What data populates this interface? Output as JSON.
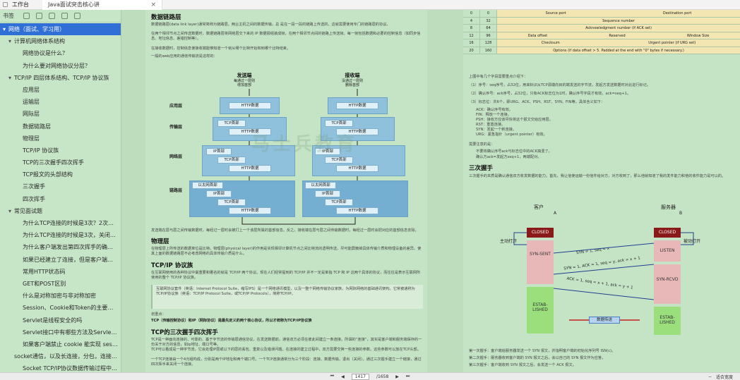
{
  "tabs": {
    "home_label": "工作台",
    "active_label": "Java面试突击核心讲",
    "close_glyph": "×"
  },
  "sidebar": {
    "title": "书签",
    "items": [
      {
        "label": "网络（面试、学习用）",
        "level": 0,
        "selected": true,
        "expanded": true
      },
      {
        "label": "计算机网络体系结构",
        "level": 1,
        "expanded": true
      },
      {
        "label": "网络协议是什么？",
        "level": 2
      },
      {
        "label": "为什么要对网络协议分层？",
        "level": 2
      },
      {
        "label": "TCP/IP 四层体系结构、TCP/IP 协议族",
        "level": 1,
        "expanded": true
      },
      {
        "label": "应用层",
        "level": 2
      },
      {
        "label": "运输层",
        "level": 2
      },
      {
        "label": "网际层",
        "level": 2
      },
      {
        "label": "数据链路层",
        "level": 2
      },
      {
        "label": "物理层",
        "level": 2
      },
      {
        "label": "TCP/IP 协议族",
        "level": 2
      },
      {
        "label": "TCP的三次握手四次挥手",
        "level": 2
      },
      {
        "label": "TCP报文的头部结构",
        "level": 2
      },
      {
        "label": "三次握手",
        "level": 2
      },
      {
        "label": "四次挥手",
        "level": 2
      },
      {
        "label": "常见面试题",
        "level": 1,
        "expanded": true
      },
      {
        "label": "为什么TCP连接的时候是3次？2次不可以吗？",
        "level": 2
      },
      {
        "label": "为什么TCP连接的时候是3次，关闭的时候却…",
        "level": 2
      },
      {
        "label": "为什么客户端发出第四次挥手的确认报文后…",
        "level": 2
      },
      {
        "label": "如果已经建立了连接，但是客户端突然出现…",
        "level": 2
      },
      {
        "label": "常用HTTP状态码",
        "level": 2
      },
      {
        "label": "GET和POST区别",
        "level": 2
      },
      {
        "label": "什么是对称加密与非对称加密",
        "level": 2
      },
      {
        "label": "Session、Cookie和Token的主要区别",
        "level": 2
      },
      {
        "label": "Servlet是线程安全的吗",
        "level": 2
      },
      {
        "label": "Servlet接口中有哪些方法及Servlet生命周期…",
        "level": 2
      },
      {
        "label": "如果客户端禁止 cookie 能实现 session 还…",
        "level": 2
      },
      {
        "label": "socket通信，以及长连接，分包，连接异常断…",
        "level": 1
      },
      {
        "label": "Socket TCP/IP协议数据传输过程中的粘包和…",
        "level": 2
      }
    ]
  },
  "left_page": {
    "h_datalink": "数据链路层",
    "p_datalink1": "数据链路层(data link layer)通常简称为链路层。两台主机之间的数据传输，总 是在一段一段的链路上传送的，这就需要使用专门的链路层的协议。",
    "p_datalink2": "在两个相邻节点之间传送数据时，数据链路层将网络层交下来的 IP 数据报组装成帧，在两个相邻节点间的链路上传送帧。每一帧包括数据和必要的控制信息（如同步信息、地址信息、差错控制等）。",
    "p_datalink3": "在接收数据时，控制信息使接收端能够知道一个帧从哪个比特开始和到哪个比特结束。",
    "p_datalink4": "一般的web应用的通信传输流是这样的：",
    "diagram": {
      "sender_title": "发送端",
      "sender_sub1": "每通过一层则",
      "sender_sub2": "增加首部",
      "receiver_title": "接收端",
      "receiver_sub1": "没通过一层则",
      "receiver_sub2": "删除首部",
      "layers": [
        "应用层",
        "传输层",
        "网络层",
        "链路层"
      ],
      "http_data": "HTTP数据",
      "tcp_header": "TCP首部",
      "ip_header": "IP首部",
      "eth_header": "以太网首部"
    },
    "p_after_diag": "发送端在层与层之间传输数据时，每经过一层时会被打上一个该层所属的首部信息。反之，接收端在层与层之间传输数据时，每经过一层时会把对应的首部信息去除。",
    "h_physical": "物理层",
    "p_physical": "在物理层上所传送的数据单位是比特。物理层(physical layer)的作用是实现相邻计算机节点之间比特流的透明传送，尽可能屏蔽掉具体传输介质和物理设备的差异。使其上面的数据链路层不必考虑网络的具体传输介质是什么。",
    "h_tcpip": "TCP/IP 协议族",
    "p_tcpip": "在互联网使用的各种协议中最重要和著名的就是 TCP/IP 两个协议。现在人们经常提到的 TCP/IP 并不一定是单指 TCP 和 IP 这两个具体的协议，而往往是表示互联网所使用的整个 TCP/IP 协议族。",
    "quote": "互联网协议套件（英语：Internet Protocol Suite，缩写IPS）是一个网络通讯模型，以及一整个网络传输协议家族，为网际网络的基础通讯架构。它常被通称为TCP/IP协议族（英语：TCP/IP Protocol Suite，或TCP/IP Protocols），简称TCP/IP。",
    "p_divide": "划重点：",
    "p_tcp_bold": "TCP（传输控制协议）和IP（网际协议）是最先定义的两个核心协议，所以才统称为TCP/IP协议族",
    "h_handshake": "TCP的三次握手四次挥手",
    "p_handshake": "TCP是一种面向连接的、可靠的、基于字节流的传输层通信协议，在发送数据前，通信双方必须在彼此间建立一条连接。所谓的“连接”，其实是客户端和服务端保存的一份关于对方的信息，如ip地址、端口号等。",
    "p_handshake2": "TCP可以看成是一种字节流，它会处理IP层或以下的层的丢包、重复以及错误问题。在连接的建立过程中，双方需要交换一些连接的参数。这些参数可以放在TCP头部。",
    "p_handshake3": "一个TCP连接由一个4元组构成，分别是两个IP地址和两个端口号。一个TCP连接通常分为三个阶段：连接、数据传输、退出（关闭）。通过三次握手建立一个链接，通过四次挥手来关闭一个连接。"
  },
  "right_page": {
    "table_rows": [
      {
        "num": "0",
        "bits": "0",
        "content": [
          "Source port",
          "Destination port"
        ]
      },
      {
        "num": "4",
        "bits": "32",
        "content": [
          "Sequence number"
        ]
      },
      {
        "num": "8",
        "bits": "64",
        "content": [
          "Acknowledgment number (if ACK set)"
        ]
      },
      {
        "num": "12",
        "bits": "96",
        "content": [
          "Data offset",
          "Reserved",
          "Window Size"
        ]
      },
      {
        "num": "16",
        "bits": "128",
        "content": [
          "Checksum",
          "Urgent pointer (if URG set)"
        ]
      },
      {
        "num": "20",
        "bits": "160",
        "content": [
          "Options (if data offset > 5. Padded at the end with \"0\" bytes if necessary.)"
        ]
      }
    ],
    "p_fields_title": "上图中有几个字段需要重点介绍下：",
    "p_fields1": "（1）序号：seq序号，占32位，用来标识从TCP源端向目的端发送的字节流，发起方发送数据时对此进行标记。",
    "p_fields2": "（2）确认序号：ack序号，占32位，只有ACK标志位为1时，确认序号字段才有效，ack=seq+1。",
    "p_fields3": "（3）标志位：共6个，即URG、ACK、PSH、RST、SYN、FIN等，具体含义如下：",
    "flags": [
      "ACK：确认序号有效。",
      "FIN：释放一个连接。",
      "PSH：接收方应该尽快将这个报文交给应用层。",
      "RST：重置连接。",
      "SYN：发起一个新连接。",
      "URG：紧急指针（urgent pointer）有效。"
    ],
    "p_note": "需要注意的是：",
    "note1": "不要将确认序号ack与标志位中的ACK搞混了。",
    "note2": "确认方ack=发起方seq+1，两端配对。",
    "h_three": "三次握手",
    "p_three": "三次握手的本质是确认通信双方收发数据的能力。首先，我让信使运输一份信件给对方，对方收到了，那么他就知道了我的发件能力和他的收件能力是可以的。",
    "client_label": "客户",
    "server_label": "服务器",
    "client_letter": "A",
    "server_letter": "B",
    "closed": "CLOSED",
    "listen": "LISTEN",
    "syn_sent": "SYN-SENT",
    "syn_rcvd": "SYN-RCVD",
    "established": "ESTAB-LISHED",
    "active_open": "主动打开",
    "passive_open": "被动打开",
    "msg1": "SYN = 1, seq = x",
    "msg2": "SYN = 1, ACK = 1, seq = y, ack = x + 1",
    "msg3": "ACK = 1, seq = x + 1, ack = y + 1",
    "data_transfer": "数据传送",
    "p_bottom1": "第一次握手：客户端给服务器发送一个 SYN 报文，并指明客户端的初始化序列号 ISN(c)。",
    "p_bottom2": "第二次握手：服务器收到客户端的 SYN 报文之后，会以自己的 SYN 报文作为应答。",
    "p_bottom3": "第三次握手：客户端收到 SYN 报文之后，会发送一个 ACK 报文。"
  },
  "statusbar": {
    "page_current": "1417",
    "page_total": "/1658",
    "zoom_label": "适合宽度"
  },
  "watermark": "马士兵教育",
  "colors": {
    "background": "#c7e5c7",
    "selected": "#2f6fd6",
    "band": "#8fc1dc"
  }
}
